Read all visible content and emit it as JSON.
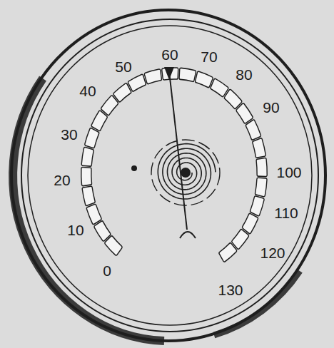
{
  "diagram": {
    "labels": [
      "0",
      "10",
      "20",
      "30",
      "40",
      "50",
      "60",
      "70",
      "80",
      "90",
      "100",
      "110",
      "120",
      "130"
    ]
  }
}
